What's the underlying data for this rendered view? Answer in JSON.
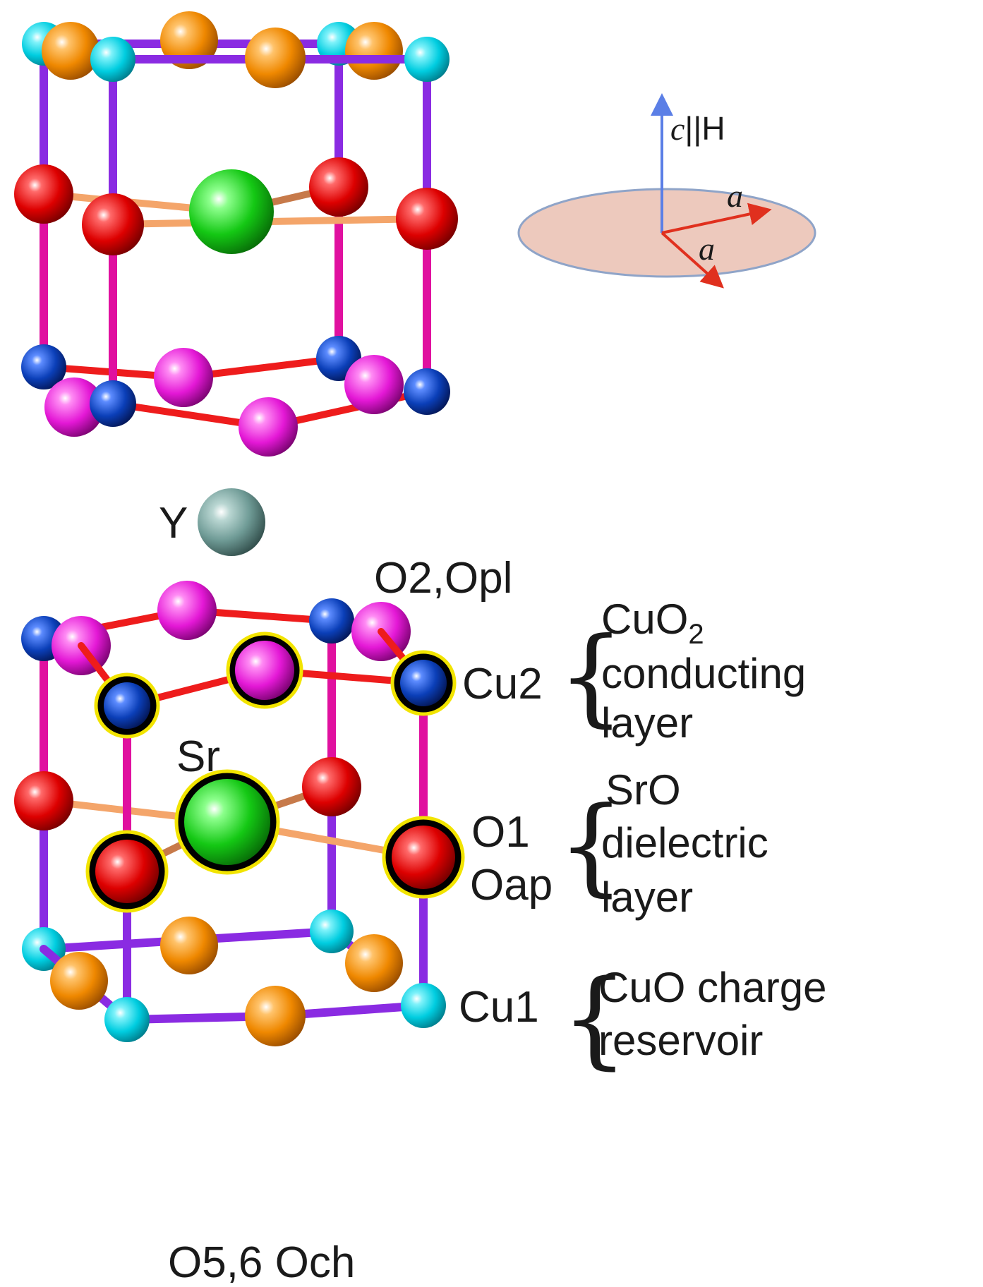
{
  "colors": {
    "bond_purple": "#8a2be2",
    "bond_magenta": "#e0109f",
    "bond_red": "#ee1c1c",
    "bond_peach": "#f4a56a",
    "atom_cyan": "#00d6e6",
    "atom_orange": "#f08a00",
    "atom_red": "#e00000",
    "atom_green": "#11cc11",
    "atom_blue": "#0b3fb8",
    "atom_magenta": "#e81ad8",
    "atom_Y": "#6f9b96",
    "highlight_ring": "#f2e400",
    "plane_fill": "#edc9bd",
    "axis_c": "#5b7fe6",
    "axis_a": "#e0301e"
  },
  "labels": {
    "Y": "Y",
    "O2_Opl": "O2,Opl",
    "Cu2": "Cu2",
    "Sr": "Sr",
    "O1": "O1",
    "Oap": "Oap",
    "Cu1": "Cu1",
    "O5_6_Och": "O5,6 Och"
  },
  "layers": {
    "cuo2": {
      "line1_main": "CuO",
      "line1_sub": "2",
      "line2": "conducting",
      "line3": "layer"
    },
    "sro": {
      "line1": "SrO",
      "line2": "dielectric",
      "line3": "layer"
    },
    "cuo": {
      "line1": "CuO charge",
      "line2": "reservoir"
    },
    "brace": "{"
  },
  "axes": {
    "c_italic": "c",
    "c_rest": "||H",
    "a1": "a",
    "a2": "a"
  }
}
